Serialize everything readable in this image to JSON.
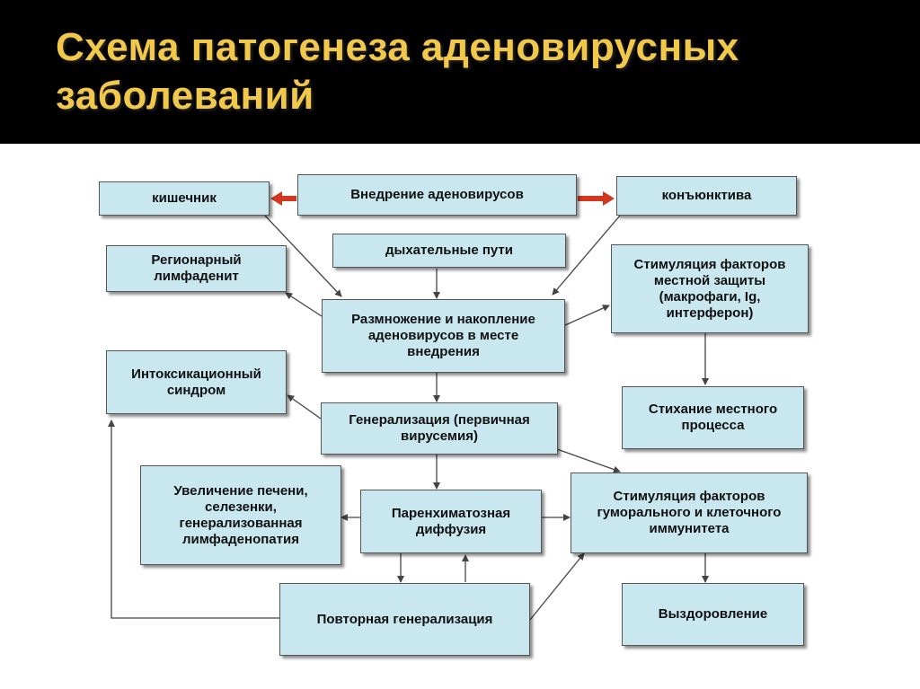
{
  "title": "Схема патогенеза аденовирусных заболеваний",
  "colors": {
    "title": "#f2c84b",
    "box_fill": "#c9e7ee",
    "arrow_red": "#d2381f",
    "arrow": "#444444"
  },
  "nodes": {
    "kishechnik": "кишечник",
    "vnedrenie": "Внедрение аденовирусов",
    "konyunktiva": "конъюнктива",
    "regionarny": "Регионарный лимфаденит",
    "dykhatelnye": "дыхательные пути",
    "stimulyatsiya_mestnoy": "Стимуляция факторов местной защиты (макрофаги, Ig, интерферон)",
    "razmnozhenie": "Размножение и накопление аденовирусов в месте внедрения",
    "intoksikatsionny": "Интоксикационный синдром",
    "stikhanie": "Стихание местного процесса",
    "generalizatsiya": "Генерализация (первичная вирусемия)",
    "uvelichenie": "Увеличение печени, селезенки, генерализованная лимфаденопатия",
    "parenkhimatoznaya": "Паренхиматозная диффузия",
    "stimulyatsiya_gumoralnogo": "Стимуляция факторов гуморального и клеточного иммунитета",
    "povtornaya": "Повторная генерализация",
    "vyzdorovlenie": "Выздоровление"
  }
}
